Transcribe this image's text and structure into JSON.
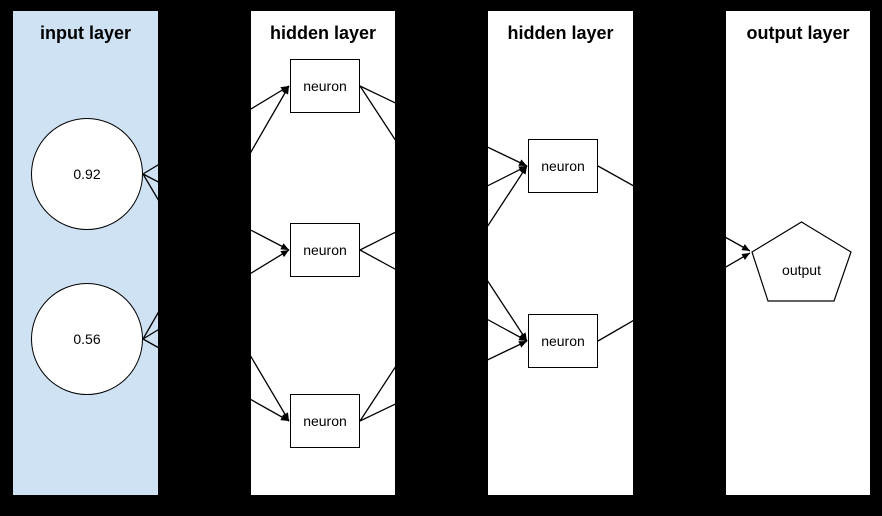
{
  "colors": {
    "background": "#000000",
    "input_panel_fill": "#cfe2f3",
    "panel_fill": "#ffffff",
    "shape_fill": "#ffffff",
    "line_and_text": "#000000"
  },
  "layers": [
    {
      "id": "input",
      "title": "input layer",
      "nodes": [
        {
          "id": "input-1",
          "shape": "circle",
          "label": "0.92"
        },
        {
          "id": "input-2",
          "shape": "circle",
          "label": "0.56"
        }
      ]
    },
    {
      "id": "hidden-1",
      "title": "hidden layer",
      "nodes": [
        {
          "id": "h1-1",
          "shape": "rect",
          "label": "neuron"
        },
        {
          "id": "h1-2",
          "shape": "rect",
          "label": "neuron"
        },
        {
          "id": "h1-3",
          "shape": "rect",
          "label": "neuron"
        }
      ]
    },
    {
      "id": "hidden-2",
      "title": "hidden layer",
      "nodes": [
        {
          "id": "h2-1",
          "shape": "rect",
          "label": "neuron"
        },
        {
          "id": "h2-2",
          "shape": "rect",
          "label": "neuron"
        }
      ]
    },
    {
      "id": "output",
      "title": "output layer",
      "nodes": [
        {
          "id": "out-1",
          "shape": "pentagon",
          "label": "output"
        }
      ]
    }
  ],
  "edges": [
    {
      "from": "input-1",
      "to": "h1-1"
    },
    {
      "from": "input-1",
      "to": "h1-2"
    },
    {
      "from": "input-1",
      "to": "h1-3"
    },
    {
      "from": "input-2",
      "to": "h1-1"
    },
    {
      "from": "input-2",
      "to": "h1-2"
    },
    {
      "from": "input-2",
      "to": "h1-3"
    },
    {
      "from": "h1-1",
      "to": "h2-1"
    },
    {
      "from": "h1-1",
      "to": "h2-2"
    },
    {
      "from": "h1-2",
      "to": "h2-1"
    },
    {
      "from": "h1-2",
      "to": "h2-2"
    },
    {
      "from": "h1-3",
      "to": "h2-1"
    },
    {
      "from": "h1-3",
      "to": "h2-2"
    },
    {
      "from": "h2-1",
      "to": "out-1"
    },
    {
      "from": "h2-2",
      "to": "out-1"
    }
  ]
}
